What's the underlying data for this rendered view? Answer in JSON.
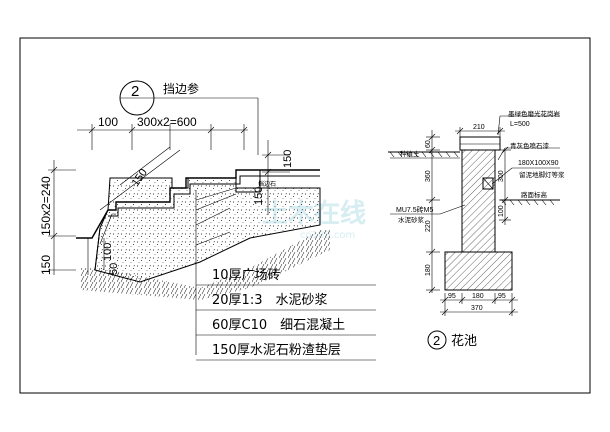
{
  "left_detail": {
    "callout_number": "2",
    "callout_text": "挡边参",
    "dim_top_a": "100",
    "dim_top_b": "300x2=600",
    "dim_side_left": "150x2=240",
    "dim_side_left_prefix": "150",
    "dim_step_150": "150",
    "dim_right_150": "150",
    "dim_vertical_mid": "150",
    "dim_lower_50": "50",
    "dim_lower_100": "100",
    "small_note": "挡边石",
    "layers": [
      "10厚广场砖",
      "20厚1:3　水泥砂浆",
      "60厚C10　细石混凝土",
      "150厚水泥石粉渣垫层"
    ]
  },
  "right_detail": {
    "label_cap": "墨绿色磨光花岗岩",
    "label_len": "L=500",
    "label_coping": "青灰色喷石漆",
    "label_lamp_size": "180X100X90",
    "label_lamp": "留泥地脚灯等浆",
    "label_plant": "种植土",
    "label_mu": "MU7.5砖M5",
    "label_mortar": "水泥砂浆",
    "label_ground": "路面标高",
    "dim_210": "210",
    "dim_60": "60",
    "dim_360": "360",
    "dim_300": "300",
    "dim_220": "220",
    "dim_180_v": "180",
    "dim_100": "100",
    "dim_95a": "95",
    "dim_180": "180",
    "dim_95b": "95",
    "dim_370": "370",
    "title_number": "2",
    "title_text": "花池"
  },
  "watermark": {
    "main": "土木在线",
    "sub": "co188.com"
  }
}
